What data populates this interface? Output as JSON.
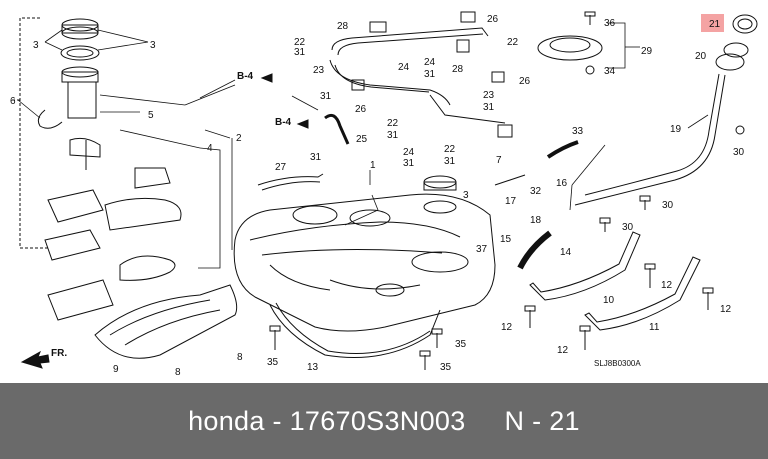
{
  "diagram": {
    "labels": {
      "p1": "1",
      "p2": "2",
      "p3a": "3",
      "p3b": "3",
      "p3c": "3",
      "p4": "4",
      "p5": "5",
      "p6": "6",
      "p7": "7",
      "p8a": "8",
      "p8b": "8",
      "p9": "9",
      "p10": "10",
      "p11": "11",
      "p12a": "12",
      "p12b": "12",
      "p12c": "12",
      "p12d": "12",
      "p13": "13",
      "p14": "14",
      "p15": "15",
      "p16": "16",
      "p17": "17",
      "p18": "18",
      "p19": "19",
      "p20": "20",
      "p21": "21",
      "p22a": "22",
      "p22b": "22",
      "p22c": "22",
      "p23a": "23",
      "p23b": "23",
      "p24a": "24",
      "p24b": "24",
      "p24c": "24",
      "p25": "25",
      "p26a": "26",
      "p26b": "26",
      "p26c": "26",
      "p27": "27",
      "p28a": "28",
      "p28b": "28",
      "p29": "29",
      "p30a": "30",
      "p30b": "30",
      "p30c": "30",
      "p31a": "31",
      "p31b": "31",
      "p31c": "31",
      "p31d": "31",
      "p31e": "31",
      "p31f": "31",
      "p31g": "31",
      "p31h": "31",
      "p32": "32",
      "p33": "33",
      "p34": "34",
      "p35a": "35",
      "p35b": "35",
      "p35c": "35",
      "p36": "36",
      "p37": "37"
    },
    "ref_b4_top": "B-4",
    "ref_b4_mid": "B-4",
    "front_arrow": "FR.",
    "diagram_code": "SLJ8B0300A",
    "highlight_color": "#f4a3a3"
  },
  "footer": {
    "text": "honda - 17670S3N003     N - 21"
  }
}
